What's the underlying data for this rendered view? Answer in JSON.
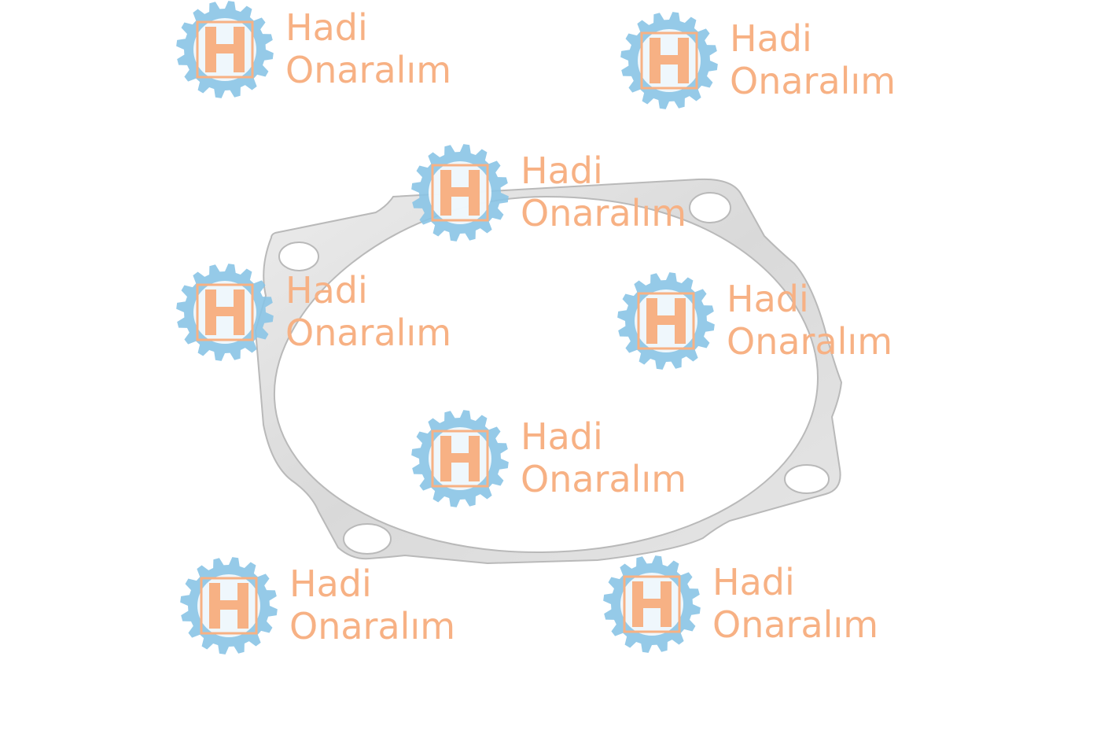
{
  "image": {
    "subject": "gasket",
    "background_color": "#ffffff",
    "gasket_color": "#dedede",
    "gasket_edge_color": "#b9b9b9"
  },
  "watermark": {
    "icon": "gear-h-logo-icon",
    "gear_color": "#89c4e6",
    "letter_color": "#f7b184",
    "line1": "Hadi",
    "line2": "Onaralım",
    "count": 8
  }
}
